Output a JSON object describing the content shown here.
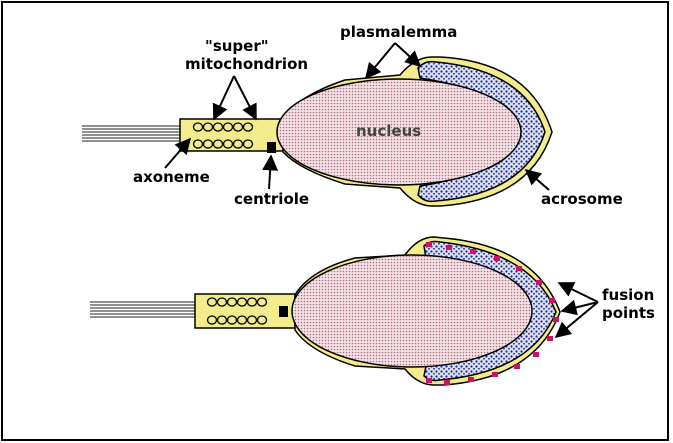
{
  "labels": {
    "super_line1": "\"super\"",
    "super_line2": "mitochondrion",
    "plasmalemma": "plasmalemma",
    "nucleus": "nucleus",
    "axoneme": "axoneme",
    "centriole": "centriole",
    "acrosome": "acrosome",
    "fusion_line1": "fusion",
    "fusion_line2": "points"
  },
  "colors": {
    "membrane": "#f2ec8c",
    "nucleus": "#f0d8de",
    "acrosome": "#c8cde8",
    "fusion_point": "#cc1166",
    "outline": "#000000"
  }
}
